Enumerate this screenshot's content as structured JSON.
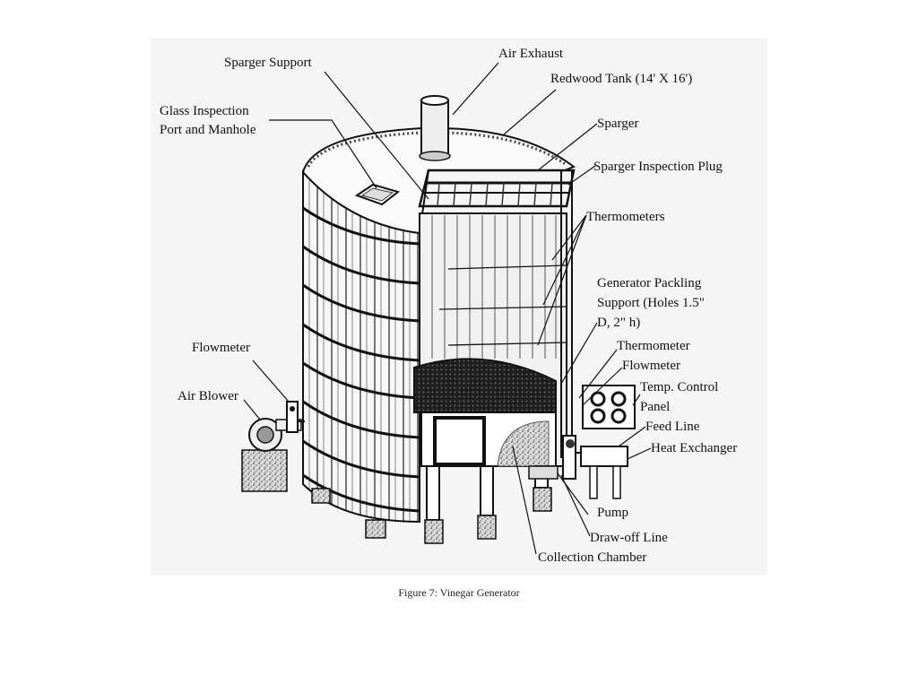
{
  "figure": {
    "caption": "Figure 7: Vinegar Generator",
    "labels": {
      "sparger_support": "Sparger Support",
      "air_exhaust": "Air Exhaust",
      "redwood_tank": "Redwood Tank (14' X 16')",
      "glass_port_line1": "Glass Inspection",
      "glass_port_line2": "Port and Manhole",
      "sparger": "Sparger",
      "sparger_plug": "Sparger Inspection Plug",
      "thermometers": "Thermometers",
      "packing_line1": "Generator Packling",
      "packing_line2": "Support (Holes 1.5\"",
      "packing_line3": "D, 2\" h)",
      "thermometer": "Thermometer",
      "flowmeter_right": "Flowmeter",
      "temp_panel_line1": "Temp. Control",
      "temp_panel_line2": "Panel",
      "feed_line": "Feed Line",
      "heat_exchanger": "Heat Exchanger",
      "flowmeter_left": "Flowmeter",
      "air_blower": "Air Blower",
      "pump": "Pump",
      "draw_off_line": "Draw-off Line",
      "collection_chamber": "Collection Chamber"
    }
  }
}
